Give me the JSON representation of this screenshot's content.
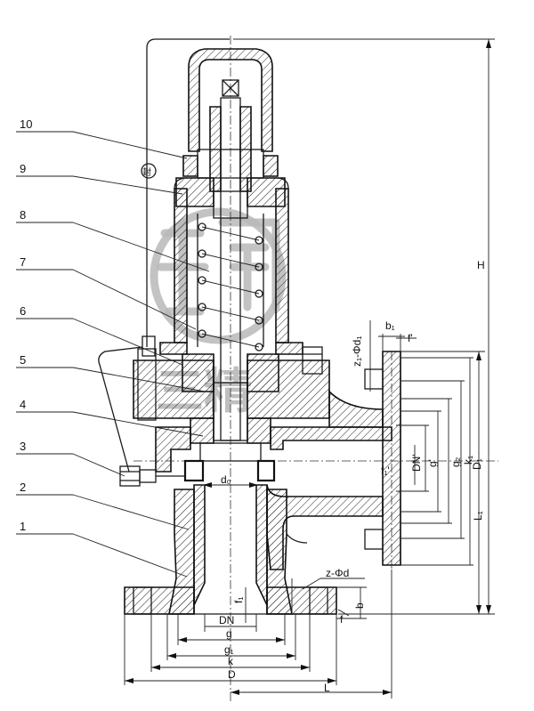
{
  "part_numbers": [
    "1",
    "2",
    "3",
    "4",
    "5",
    "6",
    "7",
    "8",
    "9",
    "10"
  ],
  "dimensions": {
    "H": "H",
    "L1": "L₁",
    "L": "L",
    "D": "D",
    "k": "k",
    "g1": "g₁",
    "g": "g",
    "DN": "DN",
    "d0": "d₀",
    "f1": "f₁",
    "f": "f",
    "b": "b",
    "z_phi_d": "z-Φd",
    "z1_phi_d1": "z₁-Φd₁",
    "b1": "b₁",
    "f_prime": "f'",
    "f1_prime": "f₁'",
    "DN_prime": "DN'",
    "g_prime": "g'",
    "g2": "g₂",
    "k1": "k₁",
    "D1": "D₁"
  },
  "seal_mark": "封",
  "watermark": "三精"
}
